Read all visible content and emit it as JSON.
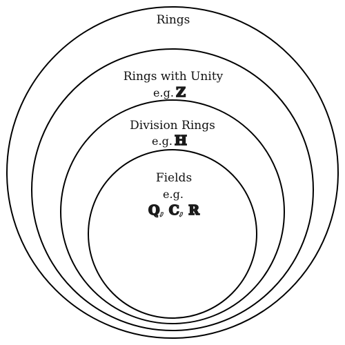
{
  "colors": {
    "stroke": "#000000",
    "background": "#ffffff",
    "text": "#111111"
  },
  "regions": [
    {
      "title": "Rings",
      "example_prefix": "",
      "example_sets": ""
    },
    {
      "title": "Rings with Unity",
      "example_prefix": "e.g.",
      "example_sets": "ℤ"
    },
    {
      "title": "Division Rings",
      "example_prefix": "e.g.",
      "example_sets": "ℍ"
    },
    {
      "title": "Fields",
      "example_prefix": "e.g.",
      "example_sets": "ℚ, ℂ, ℝ"
    }
  ]
}
